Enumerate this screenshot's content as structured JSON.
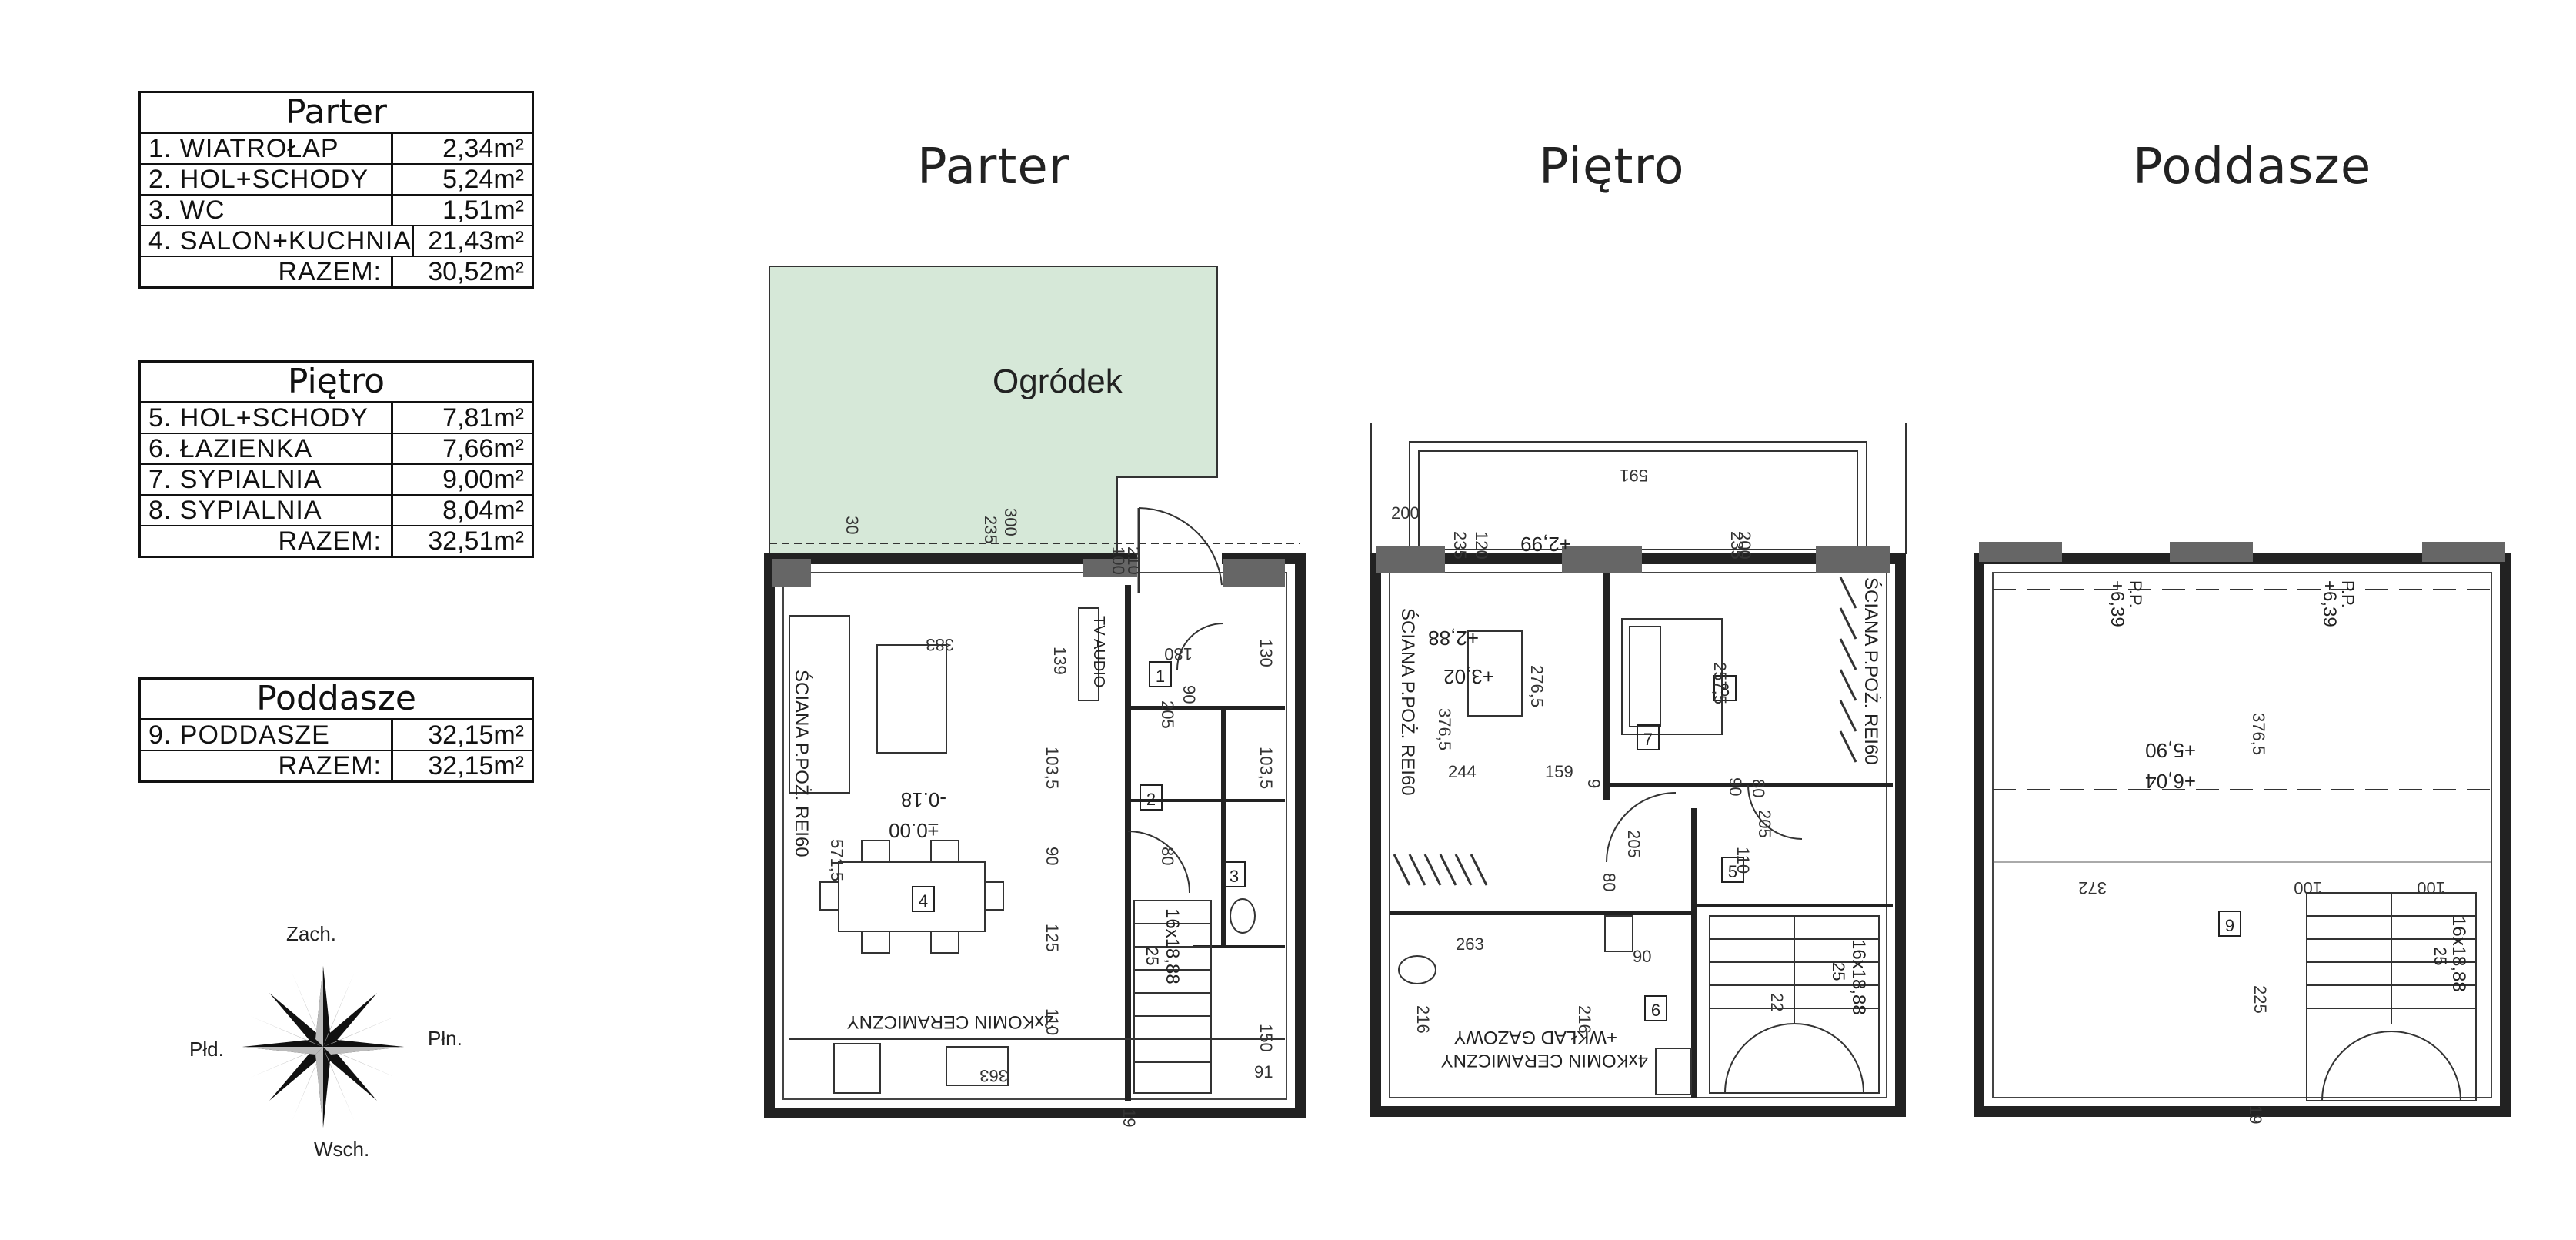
{
  "tables": {
    "parter": {
      "title": "Parter",
      "rows": [
        {
          "name": "1. WIATROŁAP",
          "area": "2,34m²"
        },
        {
          "name": "2. HOL+SCHODY",
          "area": "5,24m²"
        },
        {
          "name": "3. WC",
          "area": "1,51m²"
        },
        {
          "name": "4. SALON+KUCHNIA",
          "area": "21,43m²"
        }
      ],
      "total_label": "RAZEM:",
      "total": "30,52m²"
    },
    "pietro": {
      "title": "Piętro",
      "rows": [
        {
          "name": "5. HOL+SCHODY",
          "area": "7,81m²"
        },
        {
          "name": "6. ŁAZIENKA",
          "area": "7,66m²"
        },
        {
          "name": "7. SYPIALNIA",
          "area": "9,00m²"
        },
        {
          "name": "8. SYPIALNIA",
          "area": "8,04m²"
        }
      ],
      "total_label": "RAZEM:",
      "total": "32,51m²"
    },
    "poddasze": {
      "title": "Poddasze",
      "rows": [
        {
          "name": "9. PODDASZE",
          "area": "32,15m²"
        }
      ],
      "total_label": "RAZEM:",
      "total": "32,15m²"
    }
  },
  "compass": {
    "north_west": "Zach.",
    "east": "Płn.",
    "west": "Płd.",
    "south": "Wsch."
  },
  "plans": {
    "parter": {
      "title": "Parter",
      "garden_label": "Ogródek",
      "garden_color": "#d6e8d8",
      "room_numbers": [
        "1",
        "2",
        "3",
        "4"
      ],
      "elevations": [
        "-0.18",
        "±0.00"
      ],
      "tv_label": "TV AUDIO",
      "wall_label": "ŚCIANA P.POŻ. REI60",
      "chimney_label": "2xKOMIN CERAMICZNY",
      "stairs_label": "16x18,88",
      "stairs_depth": "25",
      "dims": [
        "30",
        "300",
        "235",
        "383",
        "139",
        "103,5",
        "90",
        "125",
        "110",
        "571,5",
        "100",
        "210",
        "180",
        "90",
        "205",
        "80",
        "130",
        "103,5",
        "91",
        "150",
        "363",
        "19"
      ]
    },
    "pietro": {
      "title": "Piętro",
      "room_numbers": [
        "5",
        "6",
        "7",
        "8"
      ],
      "elevations": [
        "+2,99",
        "+2,88",
        "+3,02"
      ],
      "wall_label_left": "ŚCIANA P.POŻ. REI60",
      "wall_label_right": "ŚCIANA P.POŻ. REI60",
      "chimney_label": "4xKOMIN CERAMICZNY",
      "gas_label": "+WKŁAD GAZOWY",
      "stairs_label": "16x18,88",
      "stairs_depth": "25",
      "dims": [
        "591",
        "200",
        "235",
        "120",
        "200",
        "235",
        "376,5",
        "276,5",
        "257,5",
        "244",
        "159",
        "9",
        "90",
        "80",
        "205",
        "110",
        "205",
        "80",
        "263",
        "216",
        "216",
        "90",
        "22"
      ]
    },
    "poddasze": {
      "title": "Poddasze",
      "room_number": "9",
      "elevations": [
        "+6,39",
        "+6,39",
        "+5,90",
        "+6,04"
      ],
      "pp_label": "P.P.",
      "stairs_label": "16x18,88",
      "stairs_depth": "25",
      "dims": [
        "376,5",
        "372",
        "100",
        "100",
        "225",
        "19"
      ]
    }
  }
}
